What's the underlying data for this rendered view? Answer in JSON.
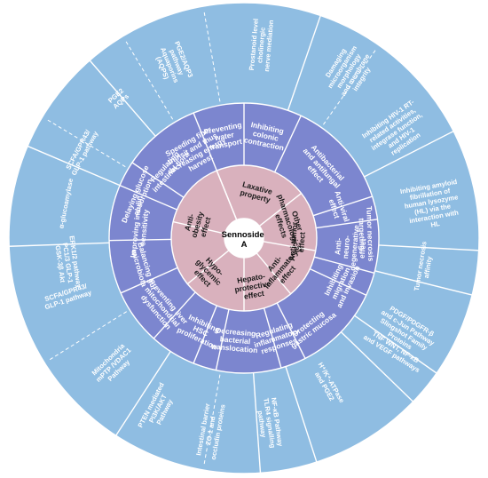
{
  "center": {
    "lines": [
      "Sennoside",
      "A"
    ]
  },
  "colors": {
    "outer": "#8fbde2",
    "middle": "#7c86cf",
    "inner": "#d9b1bd",
    "center": "#ffffff",
    "separator": "#ffffff"
  },
  "inner_ring": [
    {
      "id": "laxative",
      "lines": [
        "Laxative",
        "property"
      ]
    },
    {
      "id": "other",
      "lines": [
        "Other",
        "pharmacological",
        "effects"
      ]
    },
    {
      "id": "antitumor",
      "lines": [
        "Anti-tumor",
        "effect"
      ]
    },
    {
      "id": "antiinflam",
      "lines": [
        "Anti-",
        "inflammatory",
        "effect"
      ]
    },
    {
      "id": "hepato",
      "lines": [
        "Hepato-",
        "protective",
        "effect"
      ]
    },
    {
      "id": "hypoglycemic",
      "lines": [
        "Hypo-",
        "glycemic",
        "effect"
      ]
    },
    {
      "id": "antiobesity",
      "lines": [
        "Anti-",
        "obesity",
        "effect"
      ]
    }
  ],
  "middle_ring": [
    {
      "id": "colonic",
      "lines": [
        "Inhibiting",
        "colonic",
        "contraction"
      ]
    },
    {
      "id": "water",
      "lines": [
        "Preventing",
        "water",
        "transport"
      ]
    },
    {
      "id": "antibact",
      "lines": [
        "Antibacterial",
        "and antifungal",
        "effect"
      ]
    },
    {
      "id": "antiviral",
      "lines": [
        "Anti-viral",
        "effect"
      ]
    },
    {
      "id": "neuro",
      "lines": [
        "Anti-",
        "neuro-",
        "degenerative",
        "effect"
      ]
    },
    {
      "id": "tnf",
      "lines": [
        "Tumor necrosis",
        "targeting"
      ]
    },
    {
      "id": "migration",
      "lines": [
        "Inhibiting",
        "migration",
        "and invasion"
      ]
    },
    {
      "id": "gastric",
      "lines": [
        "Protecting",
        "gastric mucosa"
      ]
    },
    {
      "id": "regulating",
      "lines": [
        "Regulating",
        "inflammatory",
        "responses"
      ]
    },
    {
      "id": "bacterial",
      "lines": [
        "Decreasing",
        "bacterial",
        "translocation"
      ]
    },
    {
      "id": "hsc",
      "lines": [
        "Inhibiting",
        "HSC",
        "proliferation"
      ]
    },
    {
      "id": "liver",
      "lines": [
        "Preventing liver",
        "mitochondrial",
        "dysfunction"
      ]
    },
    {
      "id": "gutmicro",
      "lines": [
        "Balancing gut",
        "microbiota"
      ]
    },
    {
      "id": "insulin",
      "lines": [
        "Improving insulin",
        "sensitivity"
      ]
    },
    {
      "id": "glucose",
      "lines": [
        "Delaying glucose",
        "absorption"
      ]
    },
    {
      "id": "flora",
      "lines": [
        "Regulating",
        "intestinal flora"
      ]
    },
    {
      "id": "fiber",
      "lines": [
        "Speeding fiber",
        "transit and thus",
        "decreasing energy",
        "harvest"
      ]
    }
  ],
  "outer_ring": [
    {
      "id": "cholinergic",
      "lines": [
        "Prostanoid level",
        "cholinergic",
        "nerve mediation"
      ]
    },
    {
      "id": "aqp3",
      "lines": [
        "PGE2/AQP3",
        "pathway",
        "Aquaporins",
        "(AQPS)"
      ]
    },
    {
      "id": "damaging",
      "lines": [
        "Damaging",
        "microorganism",
        "morphology",
        "and membrane",
        "integrity"
      ]
    },
    {
      "id": "hiv",
      "lines": [
        "Inhibiting HIV-1 RT-",
        "related activities,",
        "integrase function,",
        "and HIV-1",
        "replication"
      ]
    },
    {
      "id": "amyloid",
      "lines": [
        "Inhibiting amyloid",
        "fibrillation of",
        "human lysozyme",
        "(HL) via the",
        "interaction with",
        "HL"
      ]
    },
    {
      "id": "tnfaffinity",
      "lines": [
        "Tumor necrosis",
        "affinity"
      ]
    },
    {
      "id": "pdgf",
      "lines": [
        "PDGF/PDGFR-β",
        "and c-Jun Pathway",
        "Slingshot Family",
        "Proteins",
        "TNF WNT, NF-κB",
        "and VEGF pathways"
      ]
    },
    {
      "id": "hk",
      "lines": [
        "H⁺/K⁺-ATPase",
        "and PGE2"
      ]
    },
    {
      "id": "nfkb",
      "lines": [
        "NF-κB Pathway",
        "TLR4 signalling",
        "pathway"
      ]
    },
    {
      "id": "zo1",
      "lines": [
        "Intestinal barrier",
        "ZO-1 and",
        "occludin proteins"
      ]
    },
    {
      "id": "pten",
      "lines": [
        "PTEN mediated",
        "PI3K/AKT",
        "Pathway"
      ]
    },
    {
      "id": "mptp",
      "lines": [
        "Mitochondria",
        "mPTP /VDAC1",
        "Pathway"
      ]
    },
    {
      "id": "scfa2",
      "lines": [
        "SCFA/GPR43/",
        "GLP-1 pathway"
      ]
    },
    {
      "id": "erk",
      "lines": [
        "ERK1/2 pathway",
        "PC1/3  GLP-1",
        "GSK-3β      Akt"
      ]
    },
    {
      "id": "glucosidase",
      "lines": [
        "α-glucoamylase"
      ]
    },
    {
      "id": "scfa1",
      "lines": [
        "SCFA/GPR43/",
        "GLP-1 pathway"
      ]
    },
    {
      "id": "pge2aqp",
      "lines": [
        "PGE2",
        "AQPs"
      ]
    }
  ]
}
